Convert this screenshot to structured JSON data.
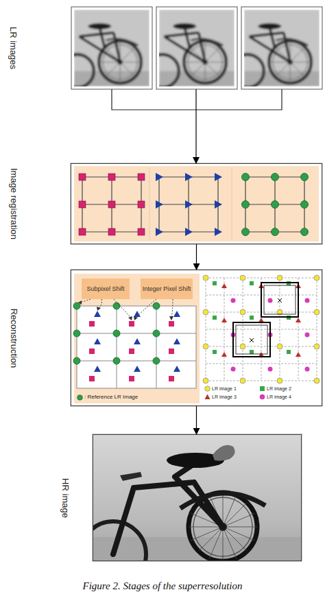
{
  "diagram": {
    "caption": "Figure 2. Stages of the superresolution",
    "nodes": [
      {
        "text": [
          "LR images"
        ]
      },
      {
        "text": [
          "Image registration"
        ]
      },
      {
        "text": [
          "Reconstruction"
        ]
      },
      {
        "text": [
          "Subpixel Shift"
        ],
        "in": 2
      },
      {
        "text": [
          "Integer Pixel Shift"
        ],
        "in": 2
      },
      {
        "text": [
          "HR image"
        ]
      }
    ],
    "edges": [
      {
        "from": 0,
        "to": 1,
        "arrow": "to"
      },
      {
        "from": 1,
        "to": 2,
        "arrow": "to"
      },
      {
        "from": 2,
        "to": 5,
        "arrow": "to"
      }
    ],
    "legend": [
      {
        "text": ": Reference LR Image"
      },
      {
        "text": "LR image 1"
      },
      {
        "text": "LR image 2"
      },
      {
        "text": "LR image 3"
      },
      {
        "text": "LR image 4"
      }
    ]
  }
}
